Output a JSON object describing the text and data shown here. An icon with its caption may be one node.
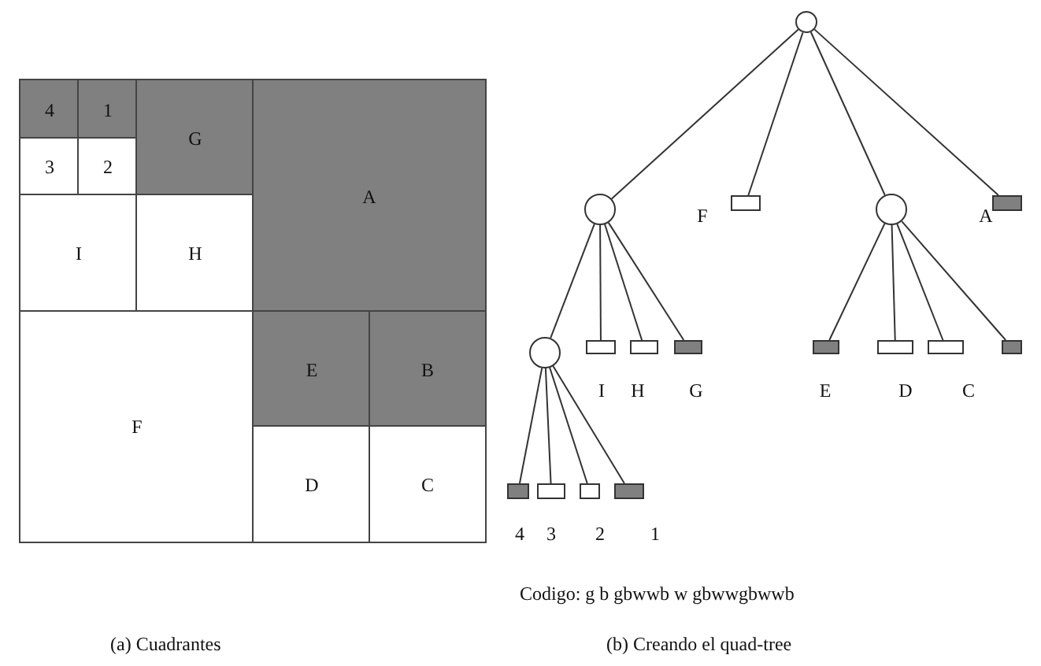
{
  "diagram": {
    "nodes": [
      {
        "text": [
          "4"
        ]
      },
      {
        "text": [
          "1"
        ]
      },
      {
        "text": [
          "3"
        ]
      },
      {
        "text": [
          "2"
        ]
      },
      {
        "text": [
          "G"
        ]
      },
      {
        "text": [
          "I"
        ]
      },
      {
        "text": [
          "H"
        ]
      },
      {
        "text": [
          "A"
        ]
      },
      {
        "text": [
          "F"
        ]
      },
      {
        "text": [
          "E"
        ]
      },
      {
        "text": [
          "B"
        ]
      },
      {
        "text": [
          "D"
        ]
      },
      {
        "text": [
          "C"
        ]
      },
      {
        "text": [],
        "shape": "circle"
      },
      {
        "text": [],
        "shape": "circle"
      },
      {
        "text": [],
        "shape": "box",
        "beside": [
          "F"
        ]
      },
      {
        "text": [],
        "shape": "circle"
      },
      {
        "text": [],
        "shape": "box",
        "beside": [
          "A"
        ]
      },
      {
        "text": [],
        "shape": "circle"
      },
      {
        "text": [],
        "shape": "box",
        "beside": [
          "I"
        ]
      },
      {
        "text": [],
        "shape": "box",
        "beside": [
          "H"
        ]
      },
      {
        "text": [],
        "shape": "box",
        "beside": [
          "G"
        ]
      },
      {
        "text": [],
        "shape": "box",
        "beside": [
          "E"
        ]
      },
      {
        "text": [],
        "shape": "box",
        "beside": [
          "D"
        ]
      },
      {
        "text": [],
        "shape": "box",
        "beside": [
          "C"
        ]
      },
      {
        "text": [],
        "shape": "box"
      },
      {
        "text": [],
        "shape": "box",
        "beside": [
          "4"
        ]
      },
      {
        "text": [],
        "shape": "box",
        "beside": [
          "3"
        ]
      },
      {
        "text": [],
        "shape": "box",
        "beside": [
          "2"
        ]
      },
      {
        "text": [],
        "shape": "box",
        "beside": [
          "1"
        ]
      }
    ],
    "edges": [
      {
        "from": 13,
        "to": 14,
        "arrow": "none"
      },
      {
        "from": 13,
        "to": 15,
        "arrow": "none"
      },
      {
        "from": 13,
        "to": 16,
        "arrow": "none"
      },
      {
        "from": 13,
        "to": 17,
        "arrow": "none"
      },
      {
        "from": 14,
        "to": 18,
        "arrow": "none"
      },
      {
        "from": 14,
        "to": 19,
        "arrow": "none"
      },
      {
        "from": 14,
        "to": 20,
        "arrow": "none"
      },
      {
        "from": 14,
        "to": 21,
        "arrow": "none"
      },
      {
        "from": 16,
        "to": 22,
        "arrow": "none"
      },
      {
        "from": 16,
        "to": 23,
        "arrow": "none"
      },
      {
        "from": 16,
        "to": 24,
        "arrow": "none"
      },
      {
        "from": 16,
        "to": 25,
        "arrow": "none"
      },
      {
        "from": 18,
        "to": 26,
        "arrow": "none"
      },
      {
        "from": 18,
        "to": 27,
        "arrow": "none"
      },
      {
        "from": 18,
        "to": 28,
        "arrow": "none"
      },
      {
        "from": 18,
        "to": 29,
        "arrow": "none"
      }
    ],
    "labels": [
      "Codigo: g b gbwwb w gbwwgbwwb",
      "(a) Cuadrantes",
      "(b) Creando el quad-tree"
    ]
  }
}
